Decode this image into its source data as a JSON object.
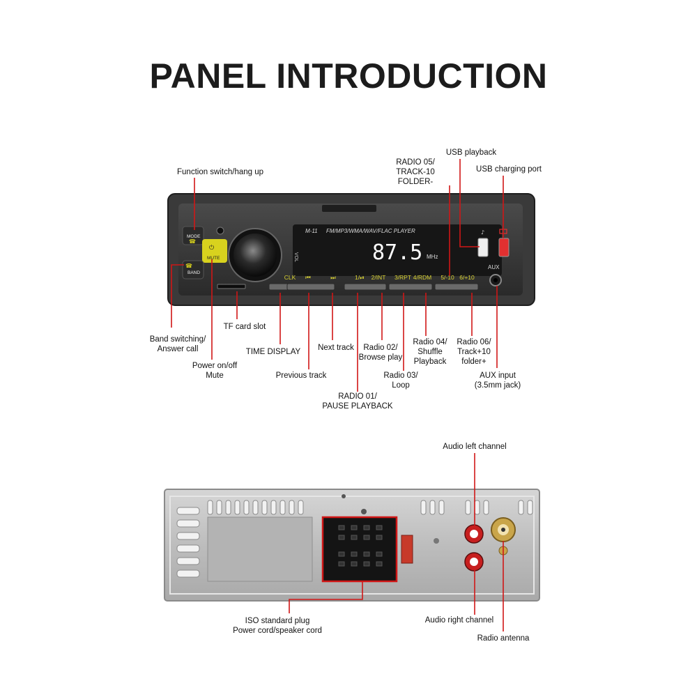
{
  "title": "PANEL INTRODUCTION",
  "front_panel": {
    "model": "M-11",
    "formats": "FM/MP3/WMA/WAV/FLAC PLAYER",
    "frequency": "87.5",
    "frequency_unit": "MHz",
    "mode_label": "MODE",
    "mute_label": "MUTE",
    "band_label": "BAND",
    "vol_label": "VOL",
    "aux_label": "AUX",
    "button_labels": [
      "CLK",
      "⏮",
      "⏭",
      "1/⏯",
      "2/INT",
      "3/RPT",
      "4/RDM",
      "5/-10",
      "6/+10"
    ]
  },
  "colors": {
    "leader": "#d01616",
    "display": "#ffffff",
    "button_text": "#d9d232",
    "mute_button": "#d8d21e"
  },
  "front_callouts": [
    {
      "name": "function-switch",
      "lines": [
        "Function switch/hang up"
      ]
    },
    {
      "name": "radio-05",
      "lines": [
        "RADIO 05/",
        "TRACK-10",
        "FOLDER-"
      ]
    },
    {
      "name": "usb-playback",
      "lines": [
        "USB playback"
      ]
    },
    {
      "name": "usb-charging",
      "lines": [
        "USB charging port"
      ]
    },
    {
      "name": "band-switching",
      "lines": [
        "Band switching/",
        "Answer call"
      ]
    },
    {
      "name": "tf-card",
      "lines": [
        "TF card slot"
      ]
    },
    {
      "name": "time-display",
      "lines": [
        "TIME DISPLAY"
      ]
    },
    {
      "name": "next-track",
      "lines": [
        "Next track"
      ]
    },
    {
      "name": "radio-02",
      "lines": [
        "Radio 02/",
        "Browse play"
      ]
    },
    {
      "name": "radio-04",
      "lines": [
        "Radio 04/",
        "Shuffle",
        "Playback"
      ]
    },
    {
      "name": "radio-06",
      "lines": [
        "Radio 06/",
        "Track+10",
        "folder+"
      ]
    },
    {
      "name": "power",
      "lines": [
        "Power on/off",
        "Mute"
      ]
    },
    {
      "name": "previous-track",
      "lines": [
        "Previous track"
      ]
    },
    {
      "name": "radio-03",
      "lines": [
        "Radio 03/",
        "Loop"
      ]
    },
    {
      "name": "aux-input",
      "lines": [
        "AUX input",
        "(3.5mm jack)"
      ]
    },
    {
      "name": "radio-01",
      "lines": [
        "RADIO 01/",
        "PAUSE PLAYBACK"
      ]
    }
  ],
  "rear_callouts": [
    {
      "name": "audio-left",
      "lines": [
        "Audio left channel"
      ]
    },
    {
      "name": "iso-plug",
      "lines": [
        "ISO standard plug",
        "Power cord/speaker cord"
      ]
    },
    {
      "name": "audio-right",
      "lines": [
        "Audio right channel"
      ]
    },
    {
      "name": "radio-antenna",
      "lines": [
        "Radio antenna"
      ]
    }
  ]
}
